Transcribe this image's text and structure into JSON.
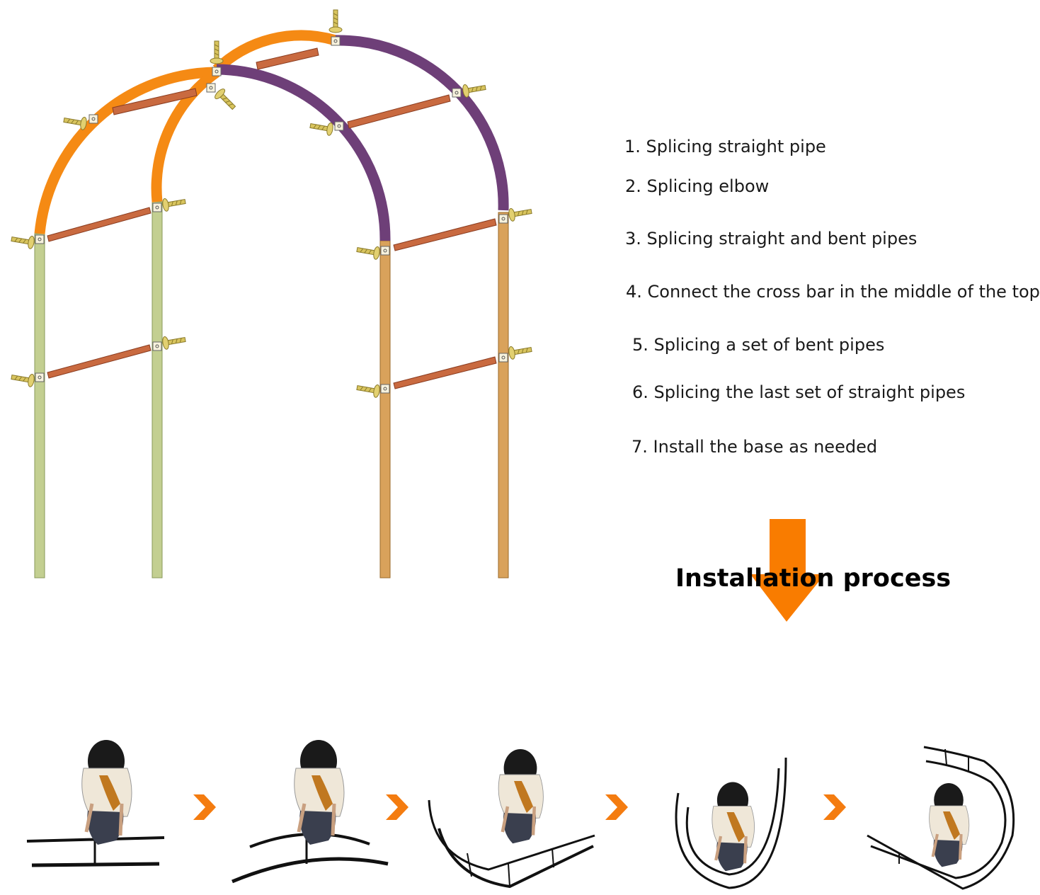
{
  "steps": [
    "1. Splicing straight pipe",
    "2. Splicing elbow",
    "3. Splicing straight and bent pipes",
    "4. Connect the cross bar in the middle of the top",
    "5. Splicing a set of bent pipes",
    "6. Splicing the last set of  straight pipes",
    "7. Install the base as needed"
  ],
  "process_title": "Installation process",
  "colors": {
    "elbow_orange": "#f58a14",
    "elbow_purple": "#6e3f78",
    "front_straight": "#c3cf91",
    "back_straight": "#d9a25b",
    "cross_bar": "#c96a40",
    "screw": "#d8c45e",
    "arrow": "#f97c00",
    "chevron": "#f47c10"
  },
  "icons": [
    "screw-icon",
    "down-arrow-icon",
    "chevron-right-icon"
  ]
}
